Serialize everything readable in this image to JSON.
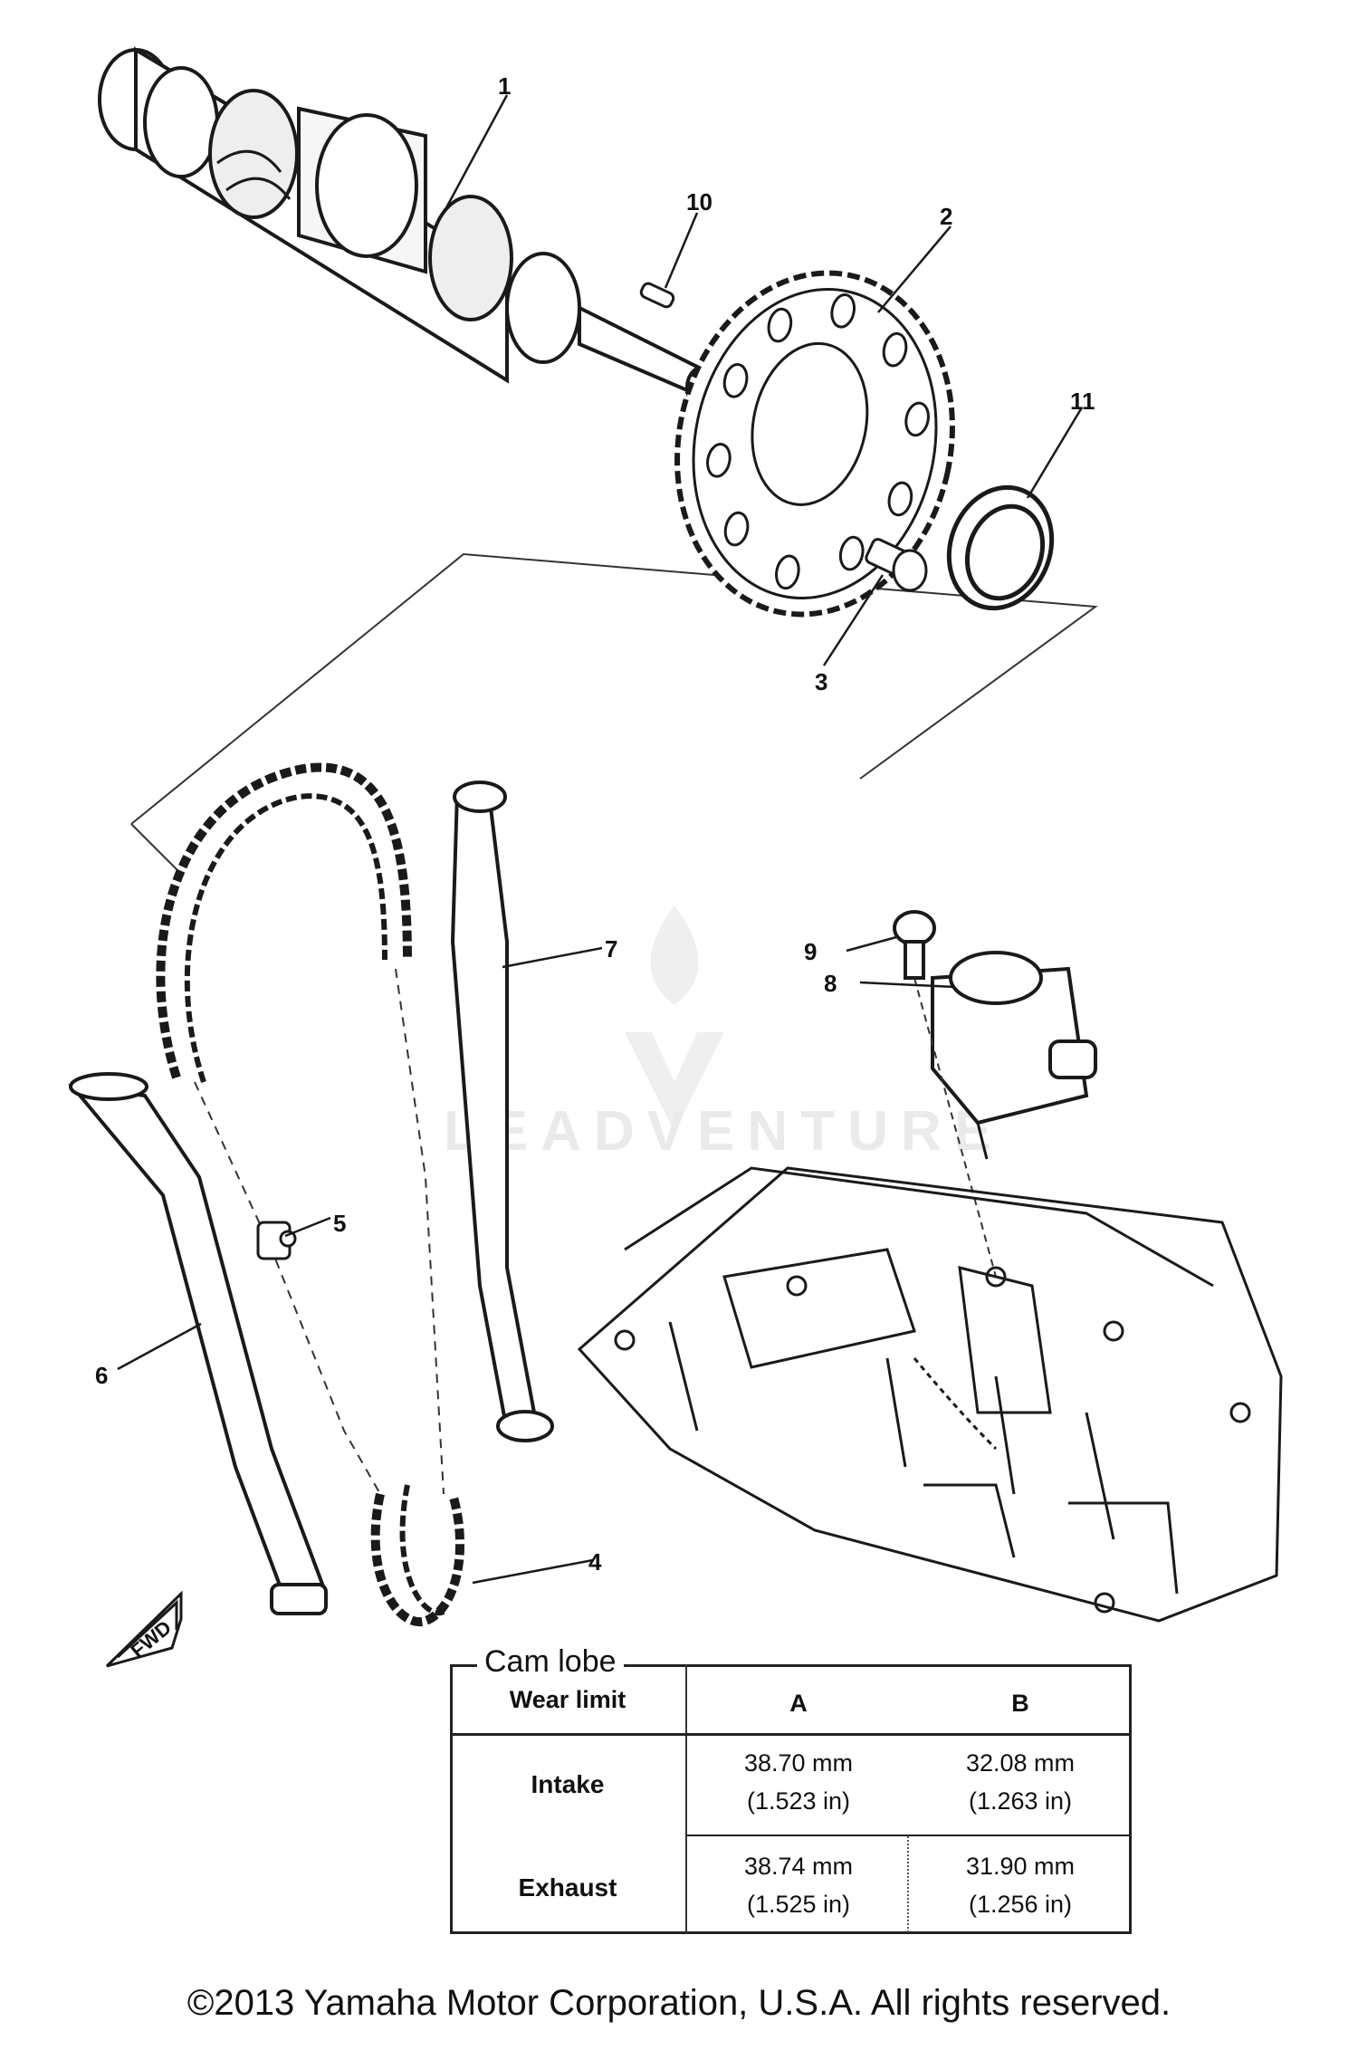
{
  "callouts": [
    "1",
    "2",
    "3",
    "4",
    "5",
    "6",
    "7",
    "8",
    "9",
    "10",
    "11"
  ],
  "watermark": "LEADVENTURE",
  "fwd_label": "FWD",
  "spec_table": {
    "caption": "Cam lobe",
    "corner": "Wear limit",
    "columns": [
      "A",
      "B"
    ],
    "rows": [
      {
        "label": "Intake",
        "a": [
          "38.70 mm",
          "(1.523 in)"
        ],
        "b": [
          "32.08 mm",
          "(1.263 in)"
        ]
      },
      {
        "label": "Exhaust",
        "a": [
          "38.74 mm",
          "(1.525 in)"
        ],
        "b": [
          "31.90 mm",
          "(1.256 in)"
        ]
      }
    ]
  },
  "copyright": "©2013 Yamaha Motor Corporation, U.S.A. All rights reserved."
}
